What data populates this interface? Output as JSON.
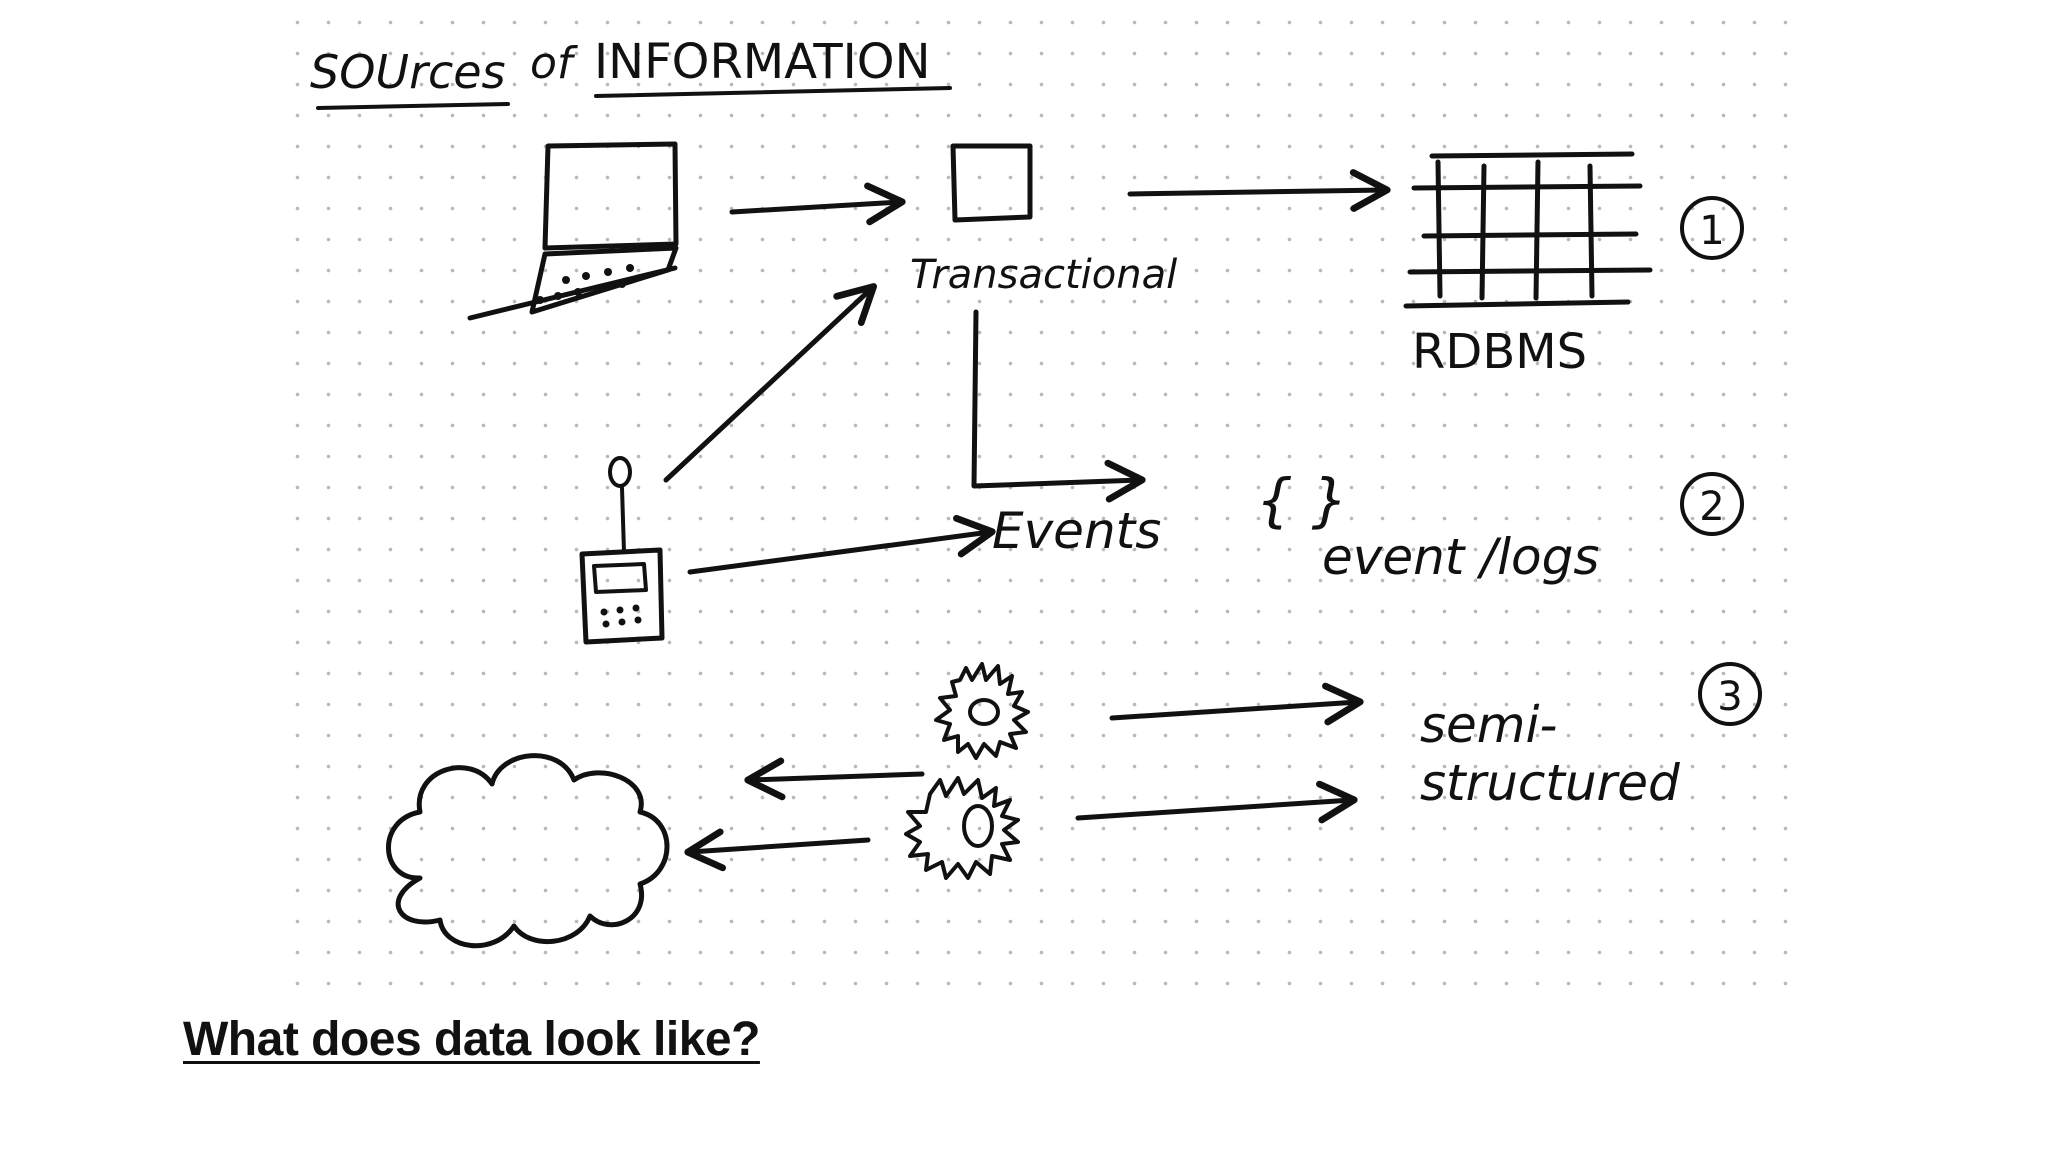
{
  "diagram": {
    "title_part1": "SOUrces",
    "title_of": "of",
    "title_part2": "INFORMATION",
    "transactional_label": "Transactional",
    "rdbms_label": "RDBMS",
    "events_label": "Events",
    "braces_label": "{ }",
    "event_logs_label": "event /logs",
    "semi_label": "semi-",
    "structured_label": "structured",
    "marker_1": "1",
    "marker_2": "2",
    "marker_3": "3"
  },
  "caption": "What does data look like?",
  "colors": {
    "ink": "#111111",
    "background": "#ffffff",
    "grid_dots": "#b9b9b9"
  }
}
